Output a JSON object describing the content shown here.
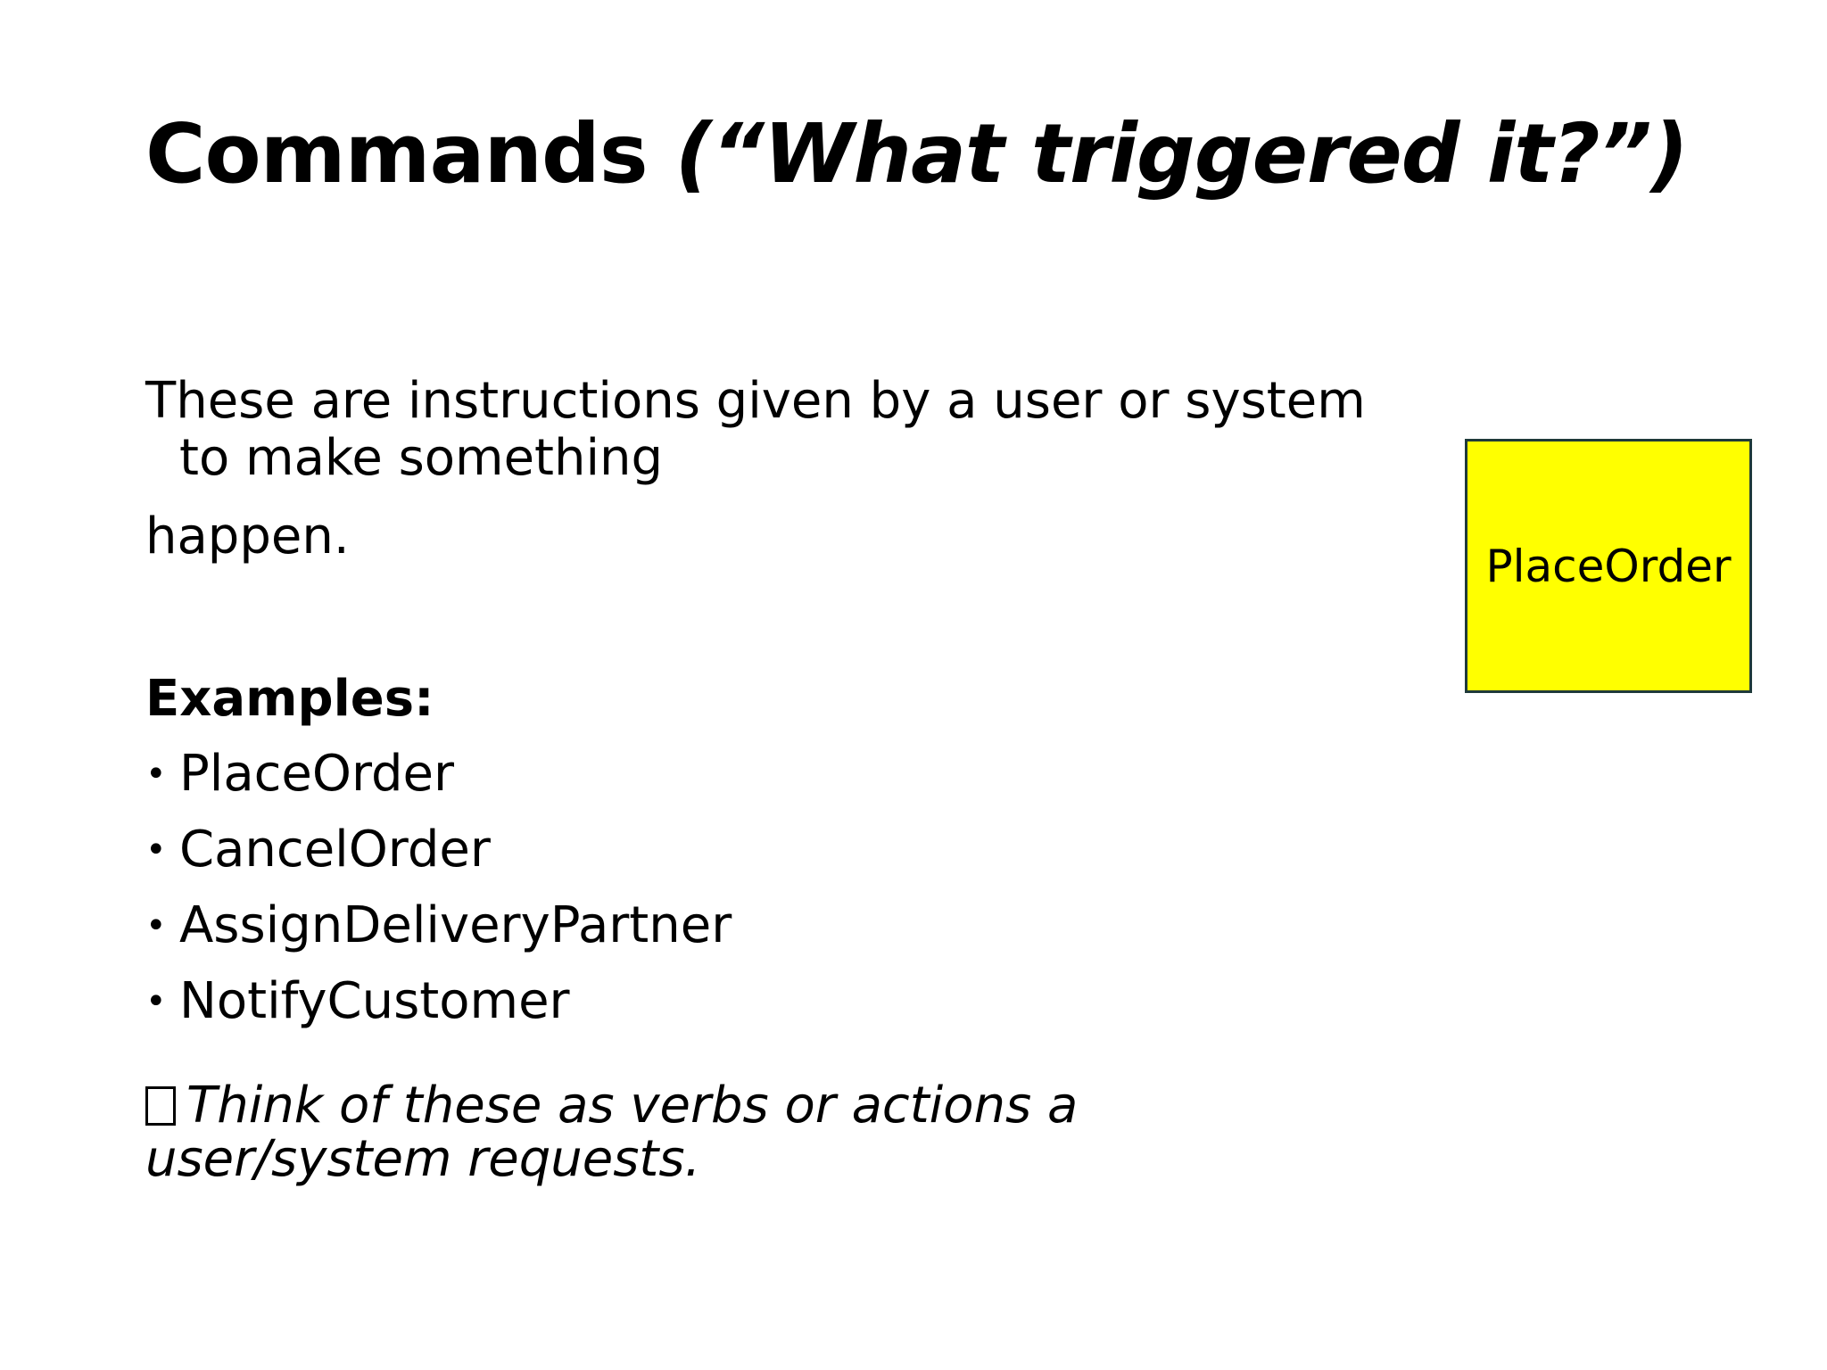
{
  "title": {
    "main": "Commands",
    "sub": "(“What triggered it?”)"
  },
  "intro": {
    "line1": "These are instructions given by a user or system to make something",
    "line2": "happen."
  },
  "examples": {
    "heading": "Examples:",
    "bullet": "•",
    "items": [
      "PlaceOrder",
      "CancelOrder",
      "AssignDeliveryPartner",
      "NotifyCustomer"
    ]
  },
  "tip": {
    "icon": "missing-glyph-icon",
    "text": "Think of these as verbs or actions a user/system requests."
  },
  "sticky_note": {
    "label": "PlaceOrder",
    "color": "#ffff00",
    "border_color": "#1f3a3a"
  }
}
